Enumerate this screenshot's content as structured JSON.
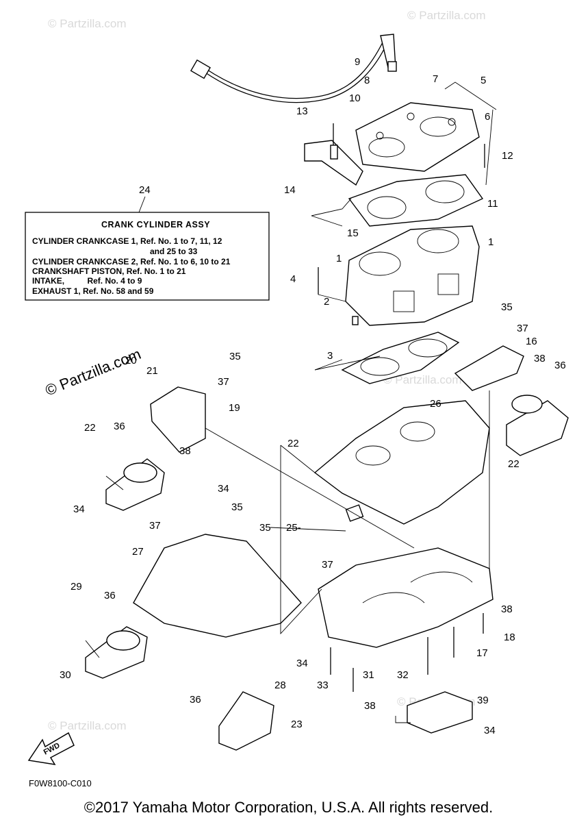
{
  "watermark": "© Partzilla.com",
  "box": {
    "ref": "24",
    "title": "CRANK CYLINDER ASSY",
    "lines": [
      "CYLINDER CRANKCASE 1,  Ref. No. 1 to 7, 11, 12",
      "and 25 to 33",
      "CYLINDER CRANKCASE 2,  Ref. No. 1 to 6, 10 to 21",
      "CRANKSHAFT PISTON,  Ref. No. 1 to 21",
      "INTAKE,          Ref. No. 4 to 9",
      "EXHAUST 1, Ref. No. 58 and 59"
    ]
  },
  "labels": [
    "9",
    "8",
    "7",
    "5",
    "10",
    "6",
    "13",
    "12",
    "14",
    "11",
    "15",
    "1",
    "1",
    "4",
    "2",
    "35",
    "37",
    "16",
    "38",
    "36",
    "3",
    "20",
    "21",
    "35",
    "37",
    "19",
    "22",
    "26",
    "22",
    "36",
    "38",
    "22",
    "34",
    "34",
    "35",
    "37",
    "35",
    "25-",
    "27",
    "37",
    "29",
    "36",
    "38",
    "18",
    "17",
    "30",
    "34",
    "31",
    "32",
    "33",
    "28",
    "36",
    "38",
    "39",
    "23",
    "34"
  ],
  "fwd_label": "FWD",
  "drawing_code": "F0W8100-C010",
  "copyright": "©2017 Yamaha Motor Corporation, U.S.A. All rights reserved."
}
